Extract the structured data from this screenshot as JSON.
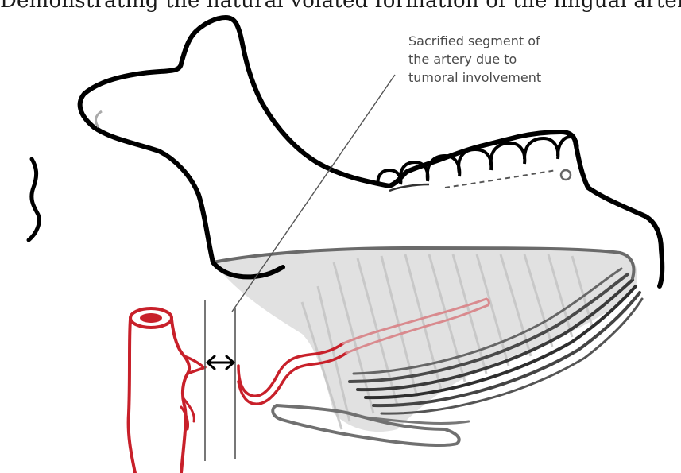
{
  "caption": "Demonstrating the natural volated formation of the lingual artery",
  "annotation": {
    "lines": [
      "Sacrified segment of",
      "the artery due to",
      "tumoral involvement"
    ]
  },
  "colors": {
    "bone_outline": "#000000",
    "artery": "#c8202a",
    "artery_faded": "#d98a8e",
    "muscle_light": "#c9c9c9",
    "muscle_dark": "#3a3a3a",
    "guide_lines": "#555555",
    "label_text": "#4a4a4a"
  },
  "icons": {
    "resection_arrow": "double-headed-arrow-icon"
  }
}
